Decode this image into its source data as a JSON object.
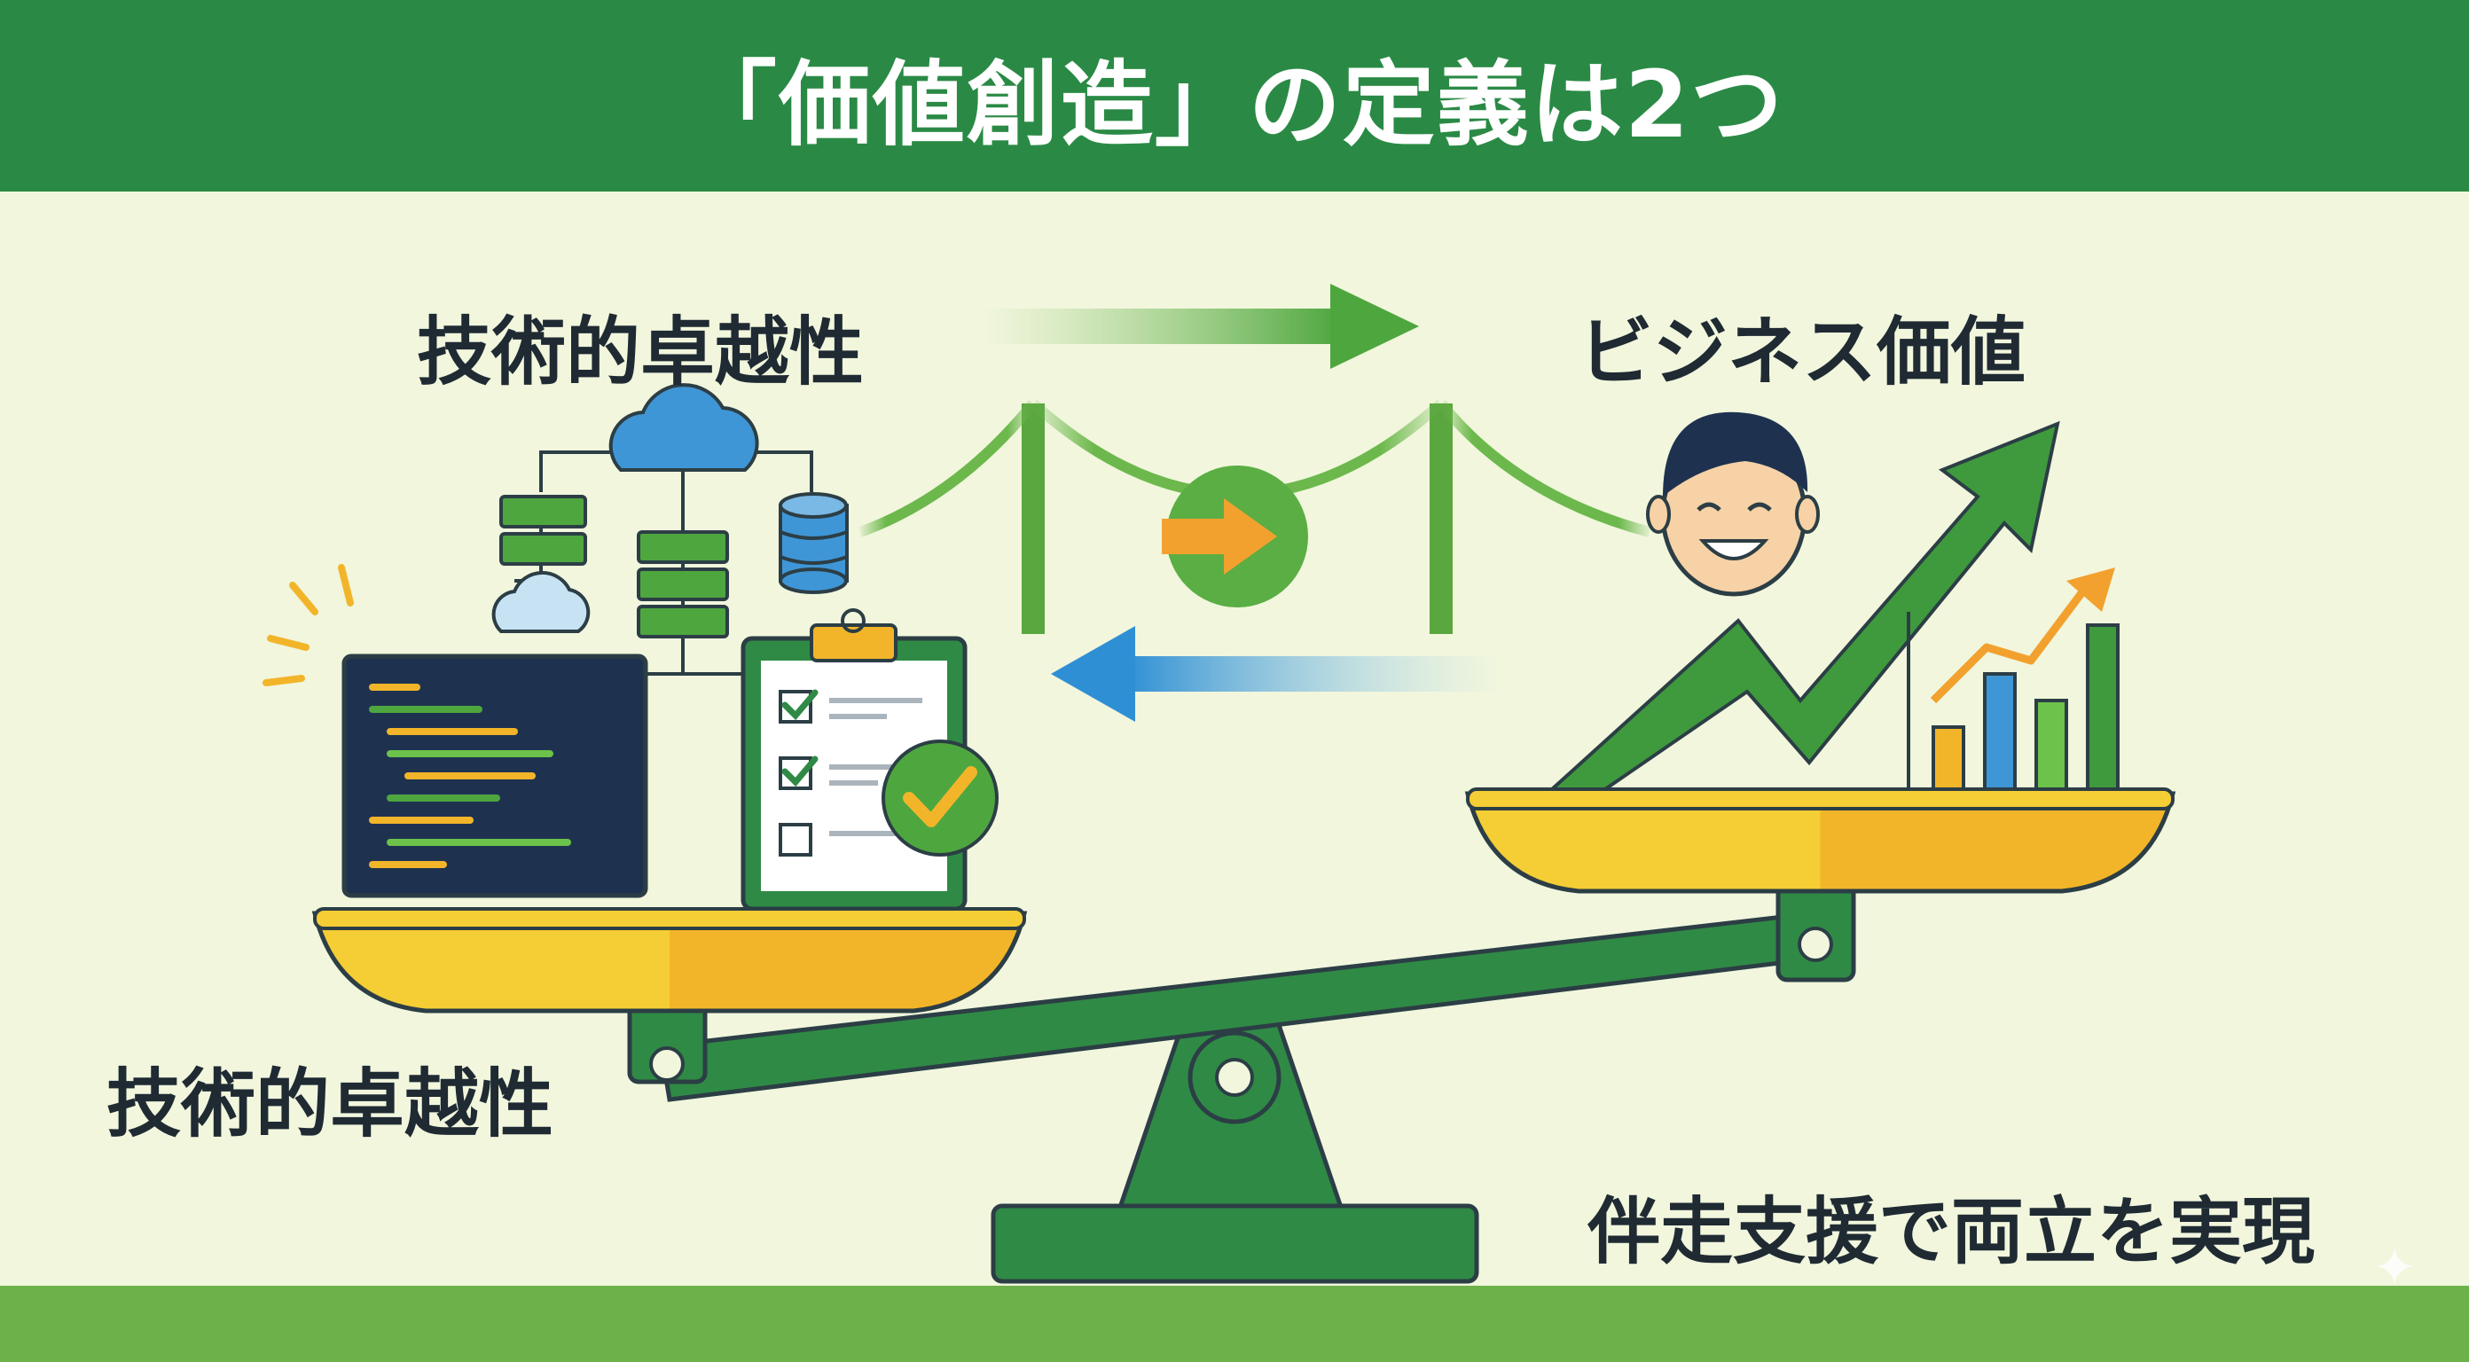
{
  "header": {
    "title": "「価値創造」の定義は2つ"
  },
  "labels": {
    "tech_excellence_top": "技術的卓越性",
    "business_value": "ビジネス価値",
    "tech_excellence_bottom": "技術的卓越性",
    "support": "伴走支援で両立を実現"
  },
  "colors": {
    "header_bg": "#2a8a45",
    "background": "#f1f6dd",
    "footer_band": "#6cb249",
    "scale_green": "#2f8a45",
    "pan_yellow": "#f2c12e",
    "arrow_green": "#5ab04a",
    "arrow_blue": "#3f96d6",
    "accent_orange": "#f2a12e"
  },
  "icons": [
    "cloud-icon",
    "server-icon",
    "database-icon",
    "code-editor-icon",
    "clipboard-checklist-icon",
    "check-badge-icon",
    "bridge-icon",
    "person-face-icon",
    "growth-arrow-icon",
    "bar-chart-icon",
    "balance-scale-icon"
  ]
}
